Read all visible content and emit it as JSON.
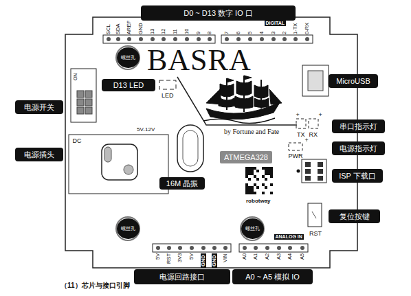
{
  "diagram": {
    "caption": "（11）芯片与接口引脚",
    "nodes": [
      {
        "text": [
          "D0 ~ D13 数字 IO 口"
        ]
      },
      {
        "text": [
          "螺丝孔"
        ]
      },
      {
        "text": [
          "D13 LED"
        ]
      },
      {
        "text": [
          "电源开关"
        ]
      },
      {
        "text": [
          "电源插头"
        ]
      },
      {
        "text": [
          "ATMEGA328"
        ]
      },
      {
        "text": [
          "16M 晶振"
        ]
      },
      {
        "text": [
          "MicroUSB"
        ]
      },
      {
        "text": [
          "串口指示灯"
        ]
      },
      {
        "text": [
          "电源指示灯"
        ]
      },
      {
        "text": [
          "ISP 下载口"
        ]
      },
      {
        "text": [
          "复位按键"
        ]
      },
      {
        "text": [
          "螺丝孔"
        ]
      },
      {
        "text": [
          "螺丝孔"
        ]
      },
      {
        "text": [
          "电源回路接口"
        ]
      },
      {
        "text": [
          "A0 ~ A5 模拟 IO"
        ]
      }
    ],
    "labels": [
      "SCL",
      "SDA",
      "AREF",
      "GND",
      "13",
      "12",
      "11",
      "10",
      "9",
      "8",
      "7",
      "6",
      "5",
      "4",
      "3",
      "2",
      "1-TX",
      "0-RX",
      "DIGITAL",
      "BASRA",
      "LED",
      "by Fortune and Fate",
      "ON",
      "DC",
      "5V-12V",
      "+",
      "+",
      "TX",
      "RX",
      "+",
      "PWR",
      "robotway",
      "RST",
      "ANALOG IN",
      "5V",
      "RST",
      "3V3",
      "5V",
      "GND",
      "GND",
      "VIN",
      "A0",
      "A1",
      "A2",
      "A3",
      "A4",
      "A5"
    ]
  }
}
